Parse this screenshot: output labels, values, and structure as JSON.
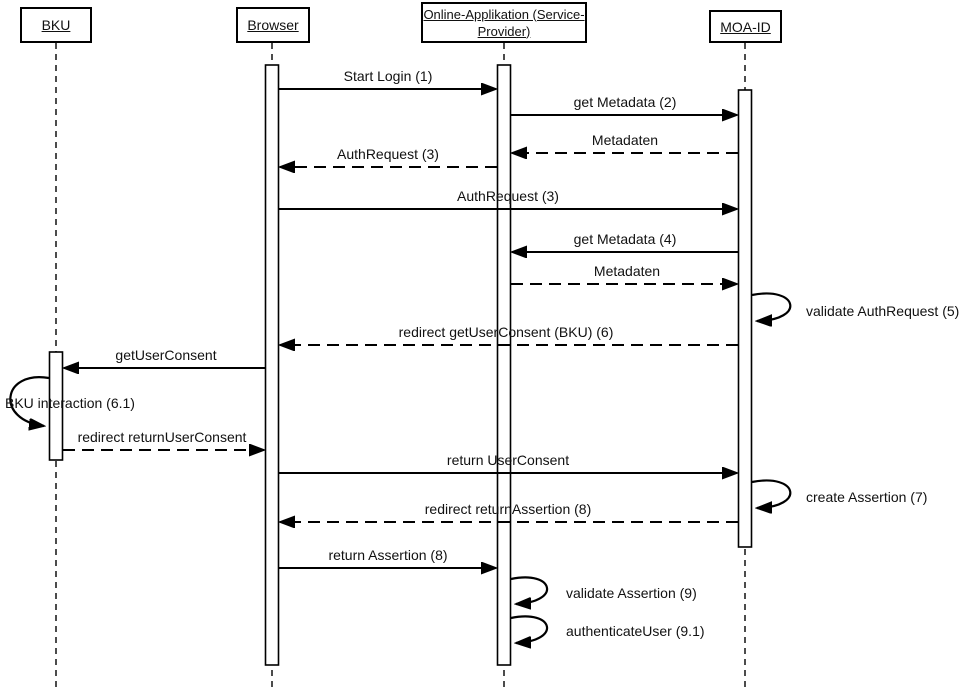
{
  "colors": {
    "line": "#000000",
    "text": "#111111",
    "background": "#ffffff"
  },
  "actors": [
    {
      "name": "BKU",
      "label": "BKU"
    },
    {
      "name": "Browser",
      "label": "Browser"
    },
    {
      "name": "Online-Applikation",
      "label": "Online-Applikation (Service-Provider)",
      "label_lines": [
        "Online-Applikation (Service-",
        "Provider)"
      ]
    },
    {
      "name": "MOA-ID",
      "label": "MOA-ID"
    }
  ],
  "messages": [
    {
      "label": "Start Login (1)",
      "from": "Browser",
      "to": "Online-Applikation",
      "type": "solid"
    },
    {
      "label": "get Metadata (2)",
      "from": "Online-Applikation",
      "to": "MOA-ID",
      "type": "solid"
    },
    {
      "label": "Metadaten",
      "from": "MOA-ID",
      "to": "Online-Applikation",
      "type": "dashed"
    },
    {
      "label": "AuthRequest (3)",
      "from": "Online-Applikation",
      "to": "Browser",
      "type": "dashed"
    },
    {
      "label": "AuthRequest (3)",
      "from": "Browser",
      "to": "MOA-ID",
      "type": "solid"
    },
    {
      "label": "get Metadata (4)",
      "from": "MOA-ID",
      "to": "Online-Applikation",
      "type": "solid"
    },
    {
      "label": "Metadaten",
      "from": "Online-Applikation",
      "to": "MOA-ID",
      "type": "dashed"
    },
    {
      "label": "validate AuthRequest (5)",
      "from": "MOA-ID",
      "to": "MOA-ID",
      "type": "self"
    },
    {
      "label": "redirect getUserConsent (BKU) (6)",
      "from": "MOA-ID",
      "to": "Browser",
      "type": "dashed"
    },
    {
      "label": "getUserConsent",
      "from": "Browser",
      "to": "BKU",
      "type": "solid"
    },
    {
      "label": "BKU interaction (6.1)",
      "from": "BKU",
      "to": "BKU",
      "type": "self"
    },
    {
      "label": "redirect returnUserConsent",
      "from": "BKU",
      "to": "Browser",
      "type": "dashed"
    },
    {
      "label": "return UserConsent",
      "from": "Browser",
      "to": "MOA-ID",
      "type": "solid"
    },
    {
      "label": "create Assertion (7)",
      "from": "MOA-ID",
      "to": "MOA-ID",
      "type": "self"
    },
    {
      "label": "redirect returnAssertion (8)",
      "from": "MOA-ID",
      "to": "Browser",
      "type": "dashed"
    },
    {
      "label": "return Assertion (8)",
      "from": "Browser",
      "to": "Online-Applikation",
      "type": "solid"
    },
    {
      "label": "validate Assertion (9)",
      "from": "Online-Applikation",
      "to": "Online-Applikation",
      "type": "self"
    },
    {
      "label": "authenticateUser (9.1)",
      "from": "Online-Applikation",
      "to": "Online-Applikation",
      "type": "self"
    }
  ]
}
